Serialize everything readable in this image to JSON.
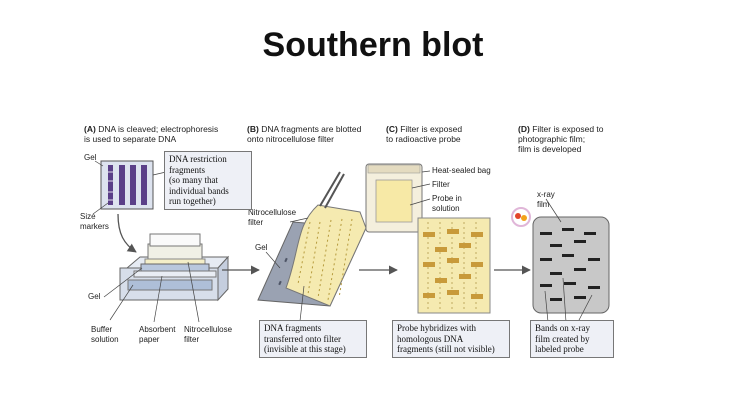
{
  "title": "Southern blot",
  "panels": {
    "a": {
      "letter": "(A)",
      "header": "DNA is cleaved; electrophoresis\nis used to separate DNA"
    },
    "b": {
      "letter": "(B)",
      "header": "DNA fragments are blotted\nonto nitrocellulose filter"
    },
    "c": {
      "letter": "(C)",
      "header": "Filter is exposed\nto radioactive probe"
    },
    "d": {
      "letter": "(D)",
      "header": "Filter is exposed to\nphotographic film;\nfilm is developed"
    }
  },
  "labels": {
    "gel_a": "Gel",
    "size_markers": "Size\nmarkers",
    "gel_stack": "Gel",
    "buffer_solution": "Buffer\nsolution",
    "absorbent_paper": "Absorbent\npaper",
    "nitro_filter_a": "Nitrocellulose\nfilter",
    "nitro_filter_b": "Nitrocellulose\nfilter",
    "gel_b": "Gel",
    "heat_sealed_bag": "Heat-sealed bag",
    "filter_c": "Filter",
    "probe_in_solution": "Probe in\nsolution",
    "xray_film": "x-ray\nfilm"
  },
  "captions": {
    "restriction_fragments": "DNA restriction\nfragments\n(so many that\nindividual bands\nrun together)",
    "transferred": "DNA fragments\ntransferred onto filter\n(invisible at this stage)",
    "hybridizes": "Probe hybridizes with\nhomologous DNA\nfragments (still not visible)",
    "bands": "Bands on x-ray\nfilm created by\nlabeled probe"
  },
  "colors": {
    "gel_blue": "#cfd8e8",
    "lane_purple": "#5a3f88",
    "filter_yellow": "#f5eab0",
    "probe_band": "#c89a3a",
    "film_gray": "#c8c8c8",
    "caption_bg": "#eef0f6"
  }
}
